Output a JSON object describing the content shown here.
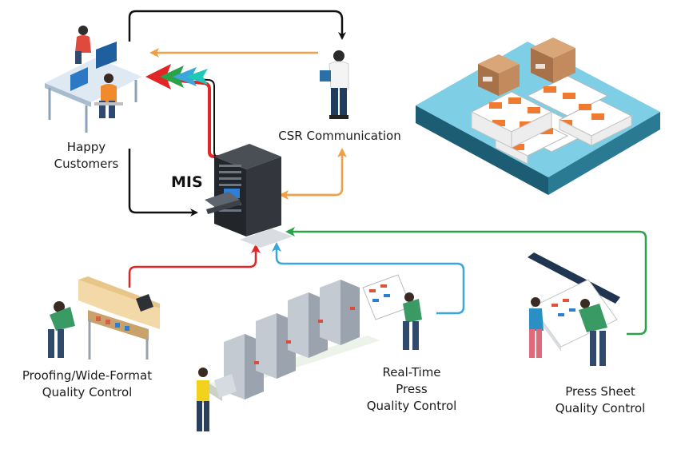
{
  "labels": {
    "happy_customers": [
      "Happy",
      "Customers"
    ],
    "csr": "CSR Communication",
    "mis": "MIS",
    "proofing": [
      "Proofing/Wide-Format",
      "Quality Control"
    ],
    "realtime": [
      "Real-Time",
      "Press",
      "Quality Control"
    ],
    "press_sheet": [
      "Press Sheet",
      "Quality Control"
    ]
  },
  "colors": {
    "black_flow": "#111111",
    "orange_flow": "#f0a043",
    "red_flow": "#e02626",
    "blue_flow": "#3aa6dc",
    "green_flow": "#2aa348",
    "teal_arrow": "#1ec7b6",
    "platform": "#6cc6df",
    "server": "#2c2f33"
  },
  "icons": [
    "customers-desk-icon",
    "csr-person-icon",
    "mis-server-icon",
    "warehouse-pallets-icon",
    "proofing-printer-icon",
    "press-line-icon",
    "press-sheet-station-icon"
  ]
}
